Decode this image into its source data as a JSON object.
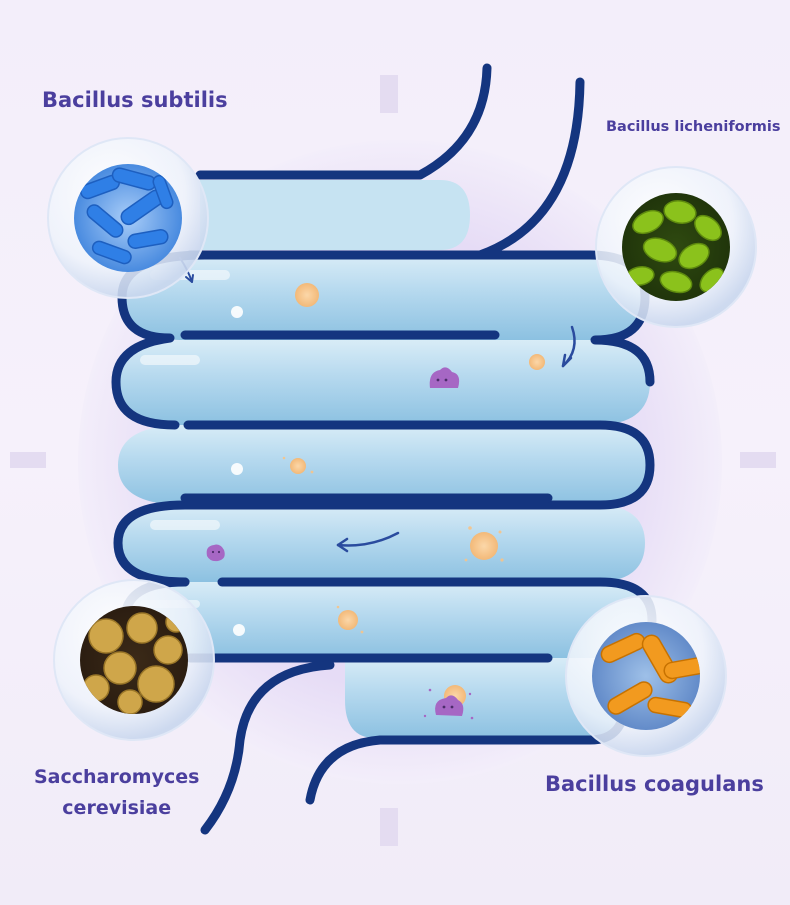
{
  "labels": {
    "bacillus_subtilis": "Bacillus subtilis",
    "bacillus_licheniformis": "Bacillus licheniformis",
    "saccharomyces_line1": "Saccharomyces",
    "saccharomyces_line2": "cerevisiae",
    "bacillus_coagulans": "Bacillus coagulans"
  },
  "colors": {
    "label_text": "#4b3f9e",
    "intestine_outline": "#14357f",
    "intestine_fill": "#b9dcef",
    "subtilis_microbe": "#2f7fe6",
    "licheniformis_microbe": "#8bc21c",
    "saccharomyces_microbe": "#cfa64a",
    "coagulans_microbe": "#f29a1f",
    "particle": "#f7c489",
    "pathogen": "#a667c4"
  },
  "icons": [
    "flow-arrow-icon",
    "pathogen-blob-icon",
    "probiotic-particle-icon"
  ]
}
